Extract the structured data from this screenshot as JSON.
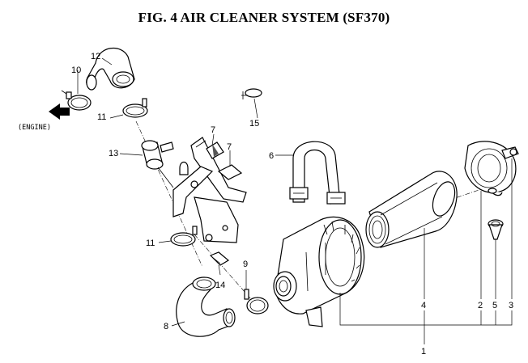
{
  "figure": {
    "title": "FIG.  4  AIR CLEANER SYSTEM (SF370)",
    "direction_label": "(ENGINE)"
  },
  "callouts": [
    {
      "id": "c1",
      "label": "1"
    },
    {
      "id": "c2",
      "label": "2"
    },
    {
      "id": "c3",
      "label": "3"
    },
    {
      "id": "c4",
      "label": "4"
    },
    {
      "id": "c5",
      "label": "5"
    },
    {
      "id": "c6",
      "label": "6"
    },
    {
      "id": "c7a",
      "label": "7"
    },
    {
      "id": "c7b",
      "label": "7"
    },
    {
      "id": "c8",
      "label": "8"
    },
    {
      "id": "c9",
      "label": "9"
    },
    {
      "id": "c10",
      "label": "10"
    },
    {
      "id": "c11a",
      "label": "11"
    },
    {
      "id": "c11b",
      "label": "11"
    },
    {
      "id": "c12",
      "label": "12"
    },
    {
      "id": "c13",
      "label": "13"
    },
    {
      "id": "c14",
      "label": "14"
    },
    {
      "id": "c15",
      "label": "15"
    }
  ]
}
